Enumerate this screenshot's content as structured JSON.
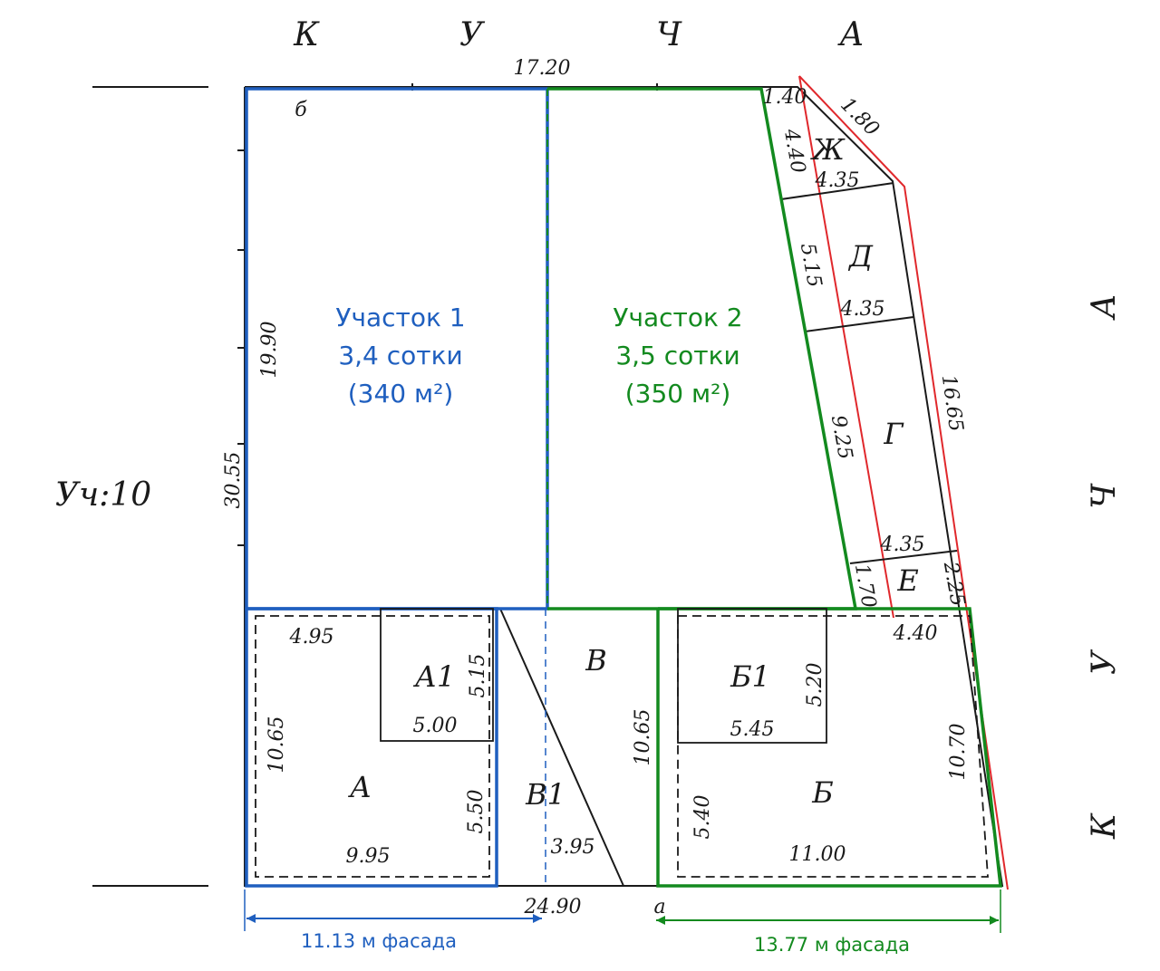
{
  "street_top": [
    "К",
    "У",
    "Ч",
    "А"
  ],
  "street_right": [
    "А",
    "Ч",
    "У",
    "К"
  ],
  "neighbor_label": "Уч:10",
  "point_labels": {
    "b": "б",
    "a": "а"
  },
  "plot1": {
    "title": "Участок 1",
    "area": "3,4 сотки",
    "area_m2": "(340 м²)",
    "facade": "11.13 м фасада"
  },
  "plot2": {
    "title": "Участок 2",
    "area": "3,5 сотки",
    "area_m2": "(350 м²)",
    "facade": "13.77 м фасада"
  },
  "zones": {
    "A": "А",
    "A1": "А1",
    "B": "Б",
    "B1": "Б1",
    "V": "В",
    "V1": "В1",
    "G": "Г",
    "D": "Д",
    "E": "Е",
    "Zh": "Ж"
  },
  "dims": {
    "top_width": "17.20",
    "bottom_width": "24.90",
    "left_height": "30.55",
    "upper_left_height": "19.90",
    "right_side": "16.65",
    "corner_top": "1.40",
    "corner_diag": "1.80",
    "zh_side": "4.40",
    "zh_bottom": "4.35",
    "d_side": "5.15",
    "d_bottom": "4.35",
    "g_side": "9.25",
    "g_bottom": "4.35",
    "e_left": "1.70",
    "e_right": "2.25",
    "b_corner": "4.40",
    "a_top": "4.95",
    "a_height": "10.65",
    "a1_height": "5.15",
    "a1_width": "5.00",
    "a_right": "5.50",
    "a_width": "9.95",
    "v_height": "10.65",
    "v1_bottom": "3.95",
    "b1_height": "5.20",
    "b1_width": "5.45",
    "b_left": "5.40",
    "b_width": "11.00",
    "b_right": "10.70"
  },
  "colors": {
    "plot1": "#1f5fbf",
    "plot2": "#138a1f",
    "boundary_red": "#e0282c",
    "lines": "#1a1a1a"
  }
}
